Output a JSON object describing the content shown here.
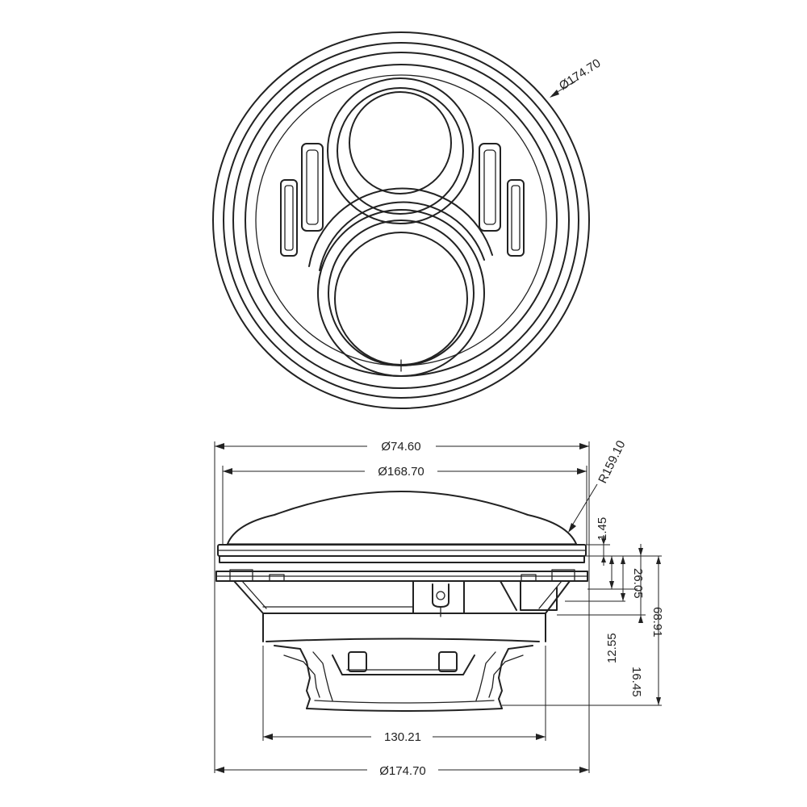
{
  "dimensions": {
    "front_diameter": "Ø174.70",
    "outer_width_top": "Ø74.60",
    "lens_diameter": "Ø168.70",
    "lens_radius": "R159.10",
    "rim_gap": "1.45",
    "depth_total": "68.91",
    "depth_26": "26.05",
    "depth_16": "16.45",
    "depth_12": "12.55",
    "housing_width": "130.21",
    "outer_width_bottom": "Ø174.70"
  },
  "colors": {
    "line": "#222222",
    "background": "#ffffff"
  }
}
